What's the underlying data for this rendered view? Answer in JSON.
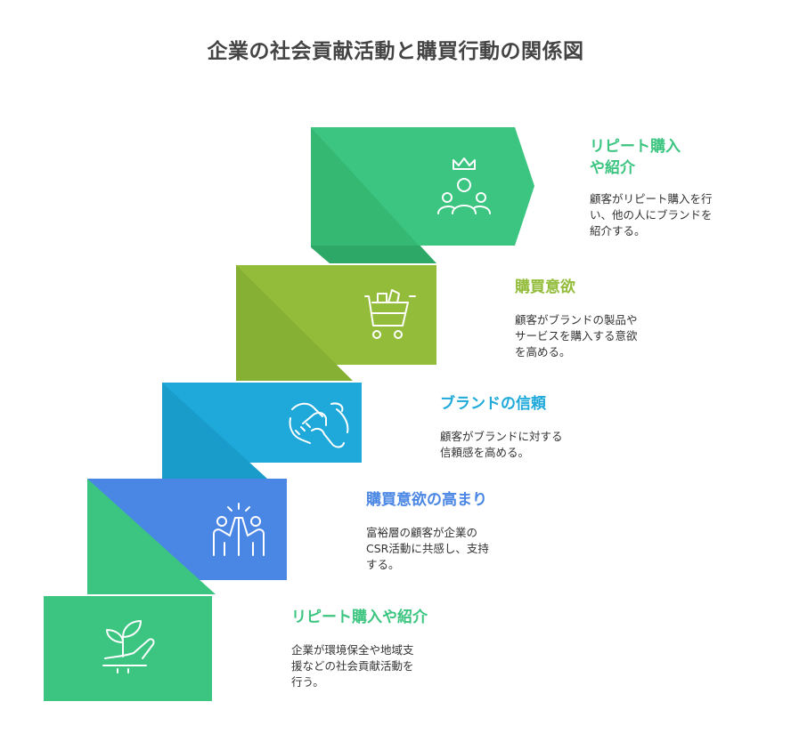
{
  "title": "企業の社会貢献活動と購買行動の関係図",
  "colors": {
    "green": "#3cc580",
    "olive": "#92bc3a",
    "blue": "#1ea9da",
    "royal": "#4a86e4",
    "dark_green": "#2ea866",
    "icon": "#ffffff"
  },
  "steps": [
    {
      "heading": "リピート購入\nや紹介",
      "description": "顧客がリピート購入を行\nい、他の人にブランドを\n紹介する。",
      "icon": "crown-people-icon"
    },
    {
      "heading": "購買意欲",
      "description": "顧客がブランドの製品や\nサービスを購入する意欲\nを高める。",
      "icon": "shopping-cart-icon"
    },
    {
      "heading": "ブランドの信頼",
      "description": "顧客がブランドに対する\n信頼感を高める。",
      "icon": "handshake-icon"
    },
    {
      "heading": "購買意欲の高まり",
      "description": "富裕層の顧客が企業の\nCSR活動に共感し、支持\nする。",
      "icon": "high-five-icon"
    },
    {
      "heading": "リピート購入や紹介",
      "description": "企業が環境保全や地域支\n援などの社会貢献活動を\n行う。",
      "icon": "plant-hand-icon"
    }
  ]
}
